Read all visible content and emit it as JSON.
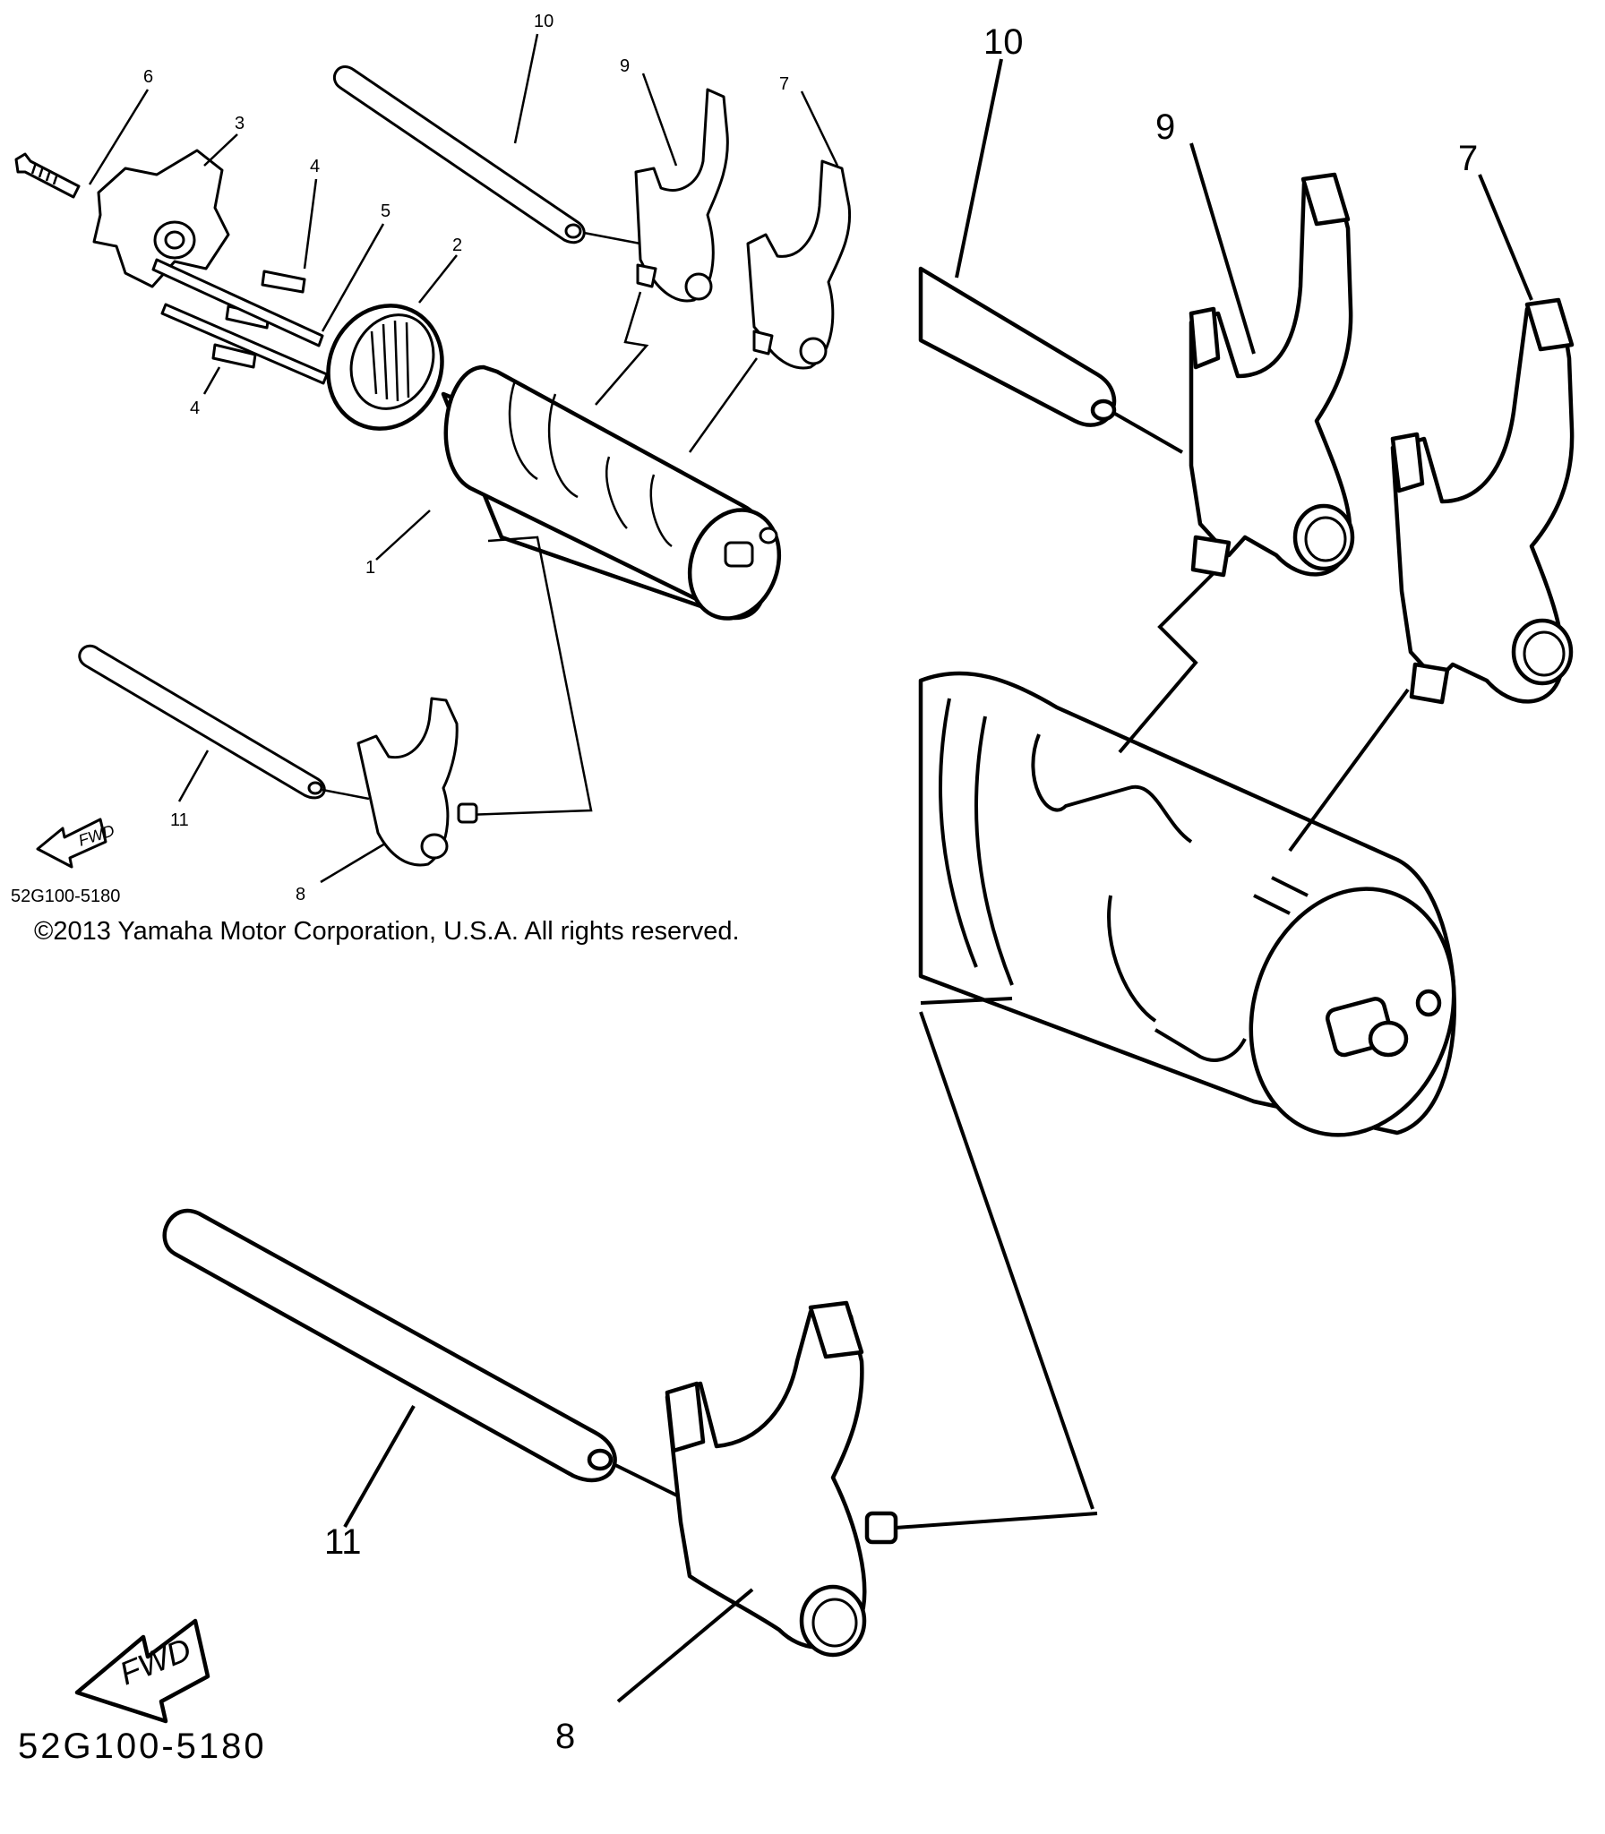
{
  "overview": {
    "callouts": {
      "c1": "1",
      "c2": "2",
      "c3": "3",
      "c4a": "4",
      "c4b": "4",
      "c5": "5",
      "c6": "6",
      "c7": "7",
      "c8": "8",
      "c9": "9",
      "c10": "10",
      "c11": "11"
    },
    "fwd_label": "FWD",
    "diagram_code": "52G100-5180"
  },
  "copyright": "©2013 Yamaha Motor Corporation, U.S.A. All rights reserved.",
  "zoom_right": {
    "callouts": {
      "c7": "7",
      "c9": "9",
      "c10": "10"
    }
  },
  "zoom_bottom": {
    "callouts": {
      "c8": "8",
      "c11": "11"
    },
    "fwd_label": "FWD",
    "diagram_code": "52G100-5180"
  }
}
